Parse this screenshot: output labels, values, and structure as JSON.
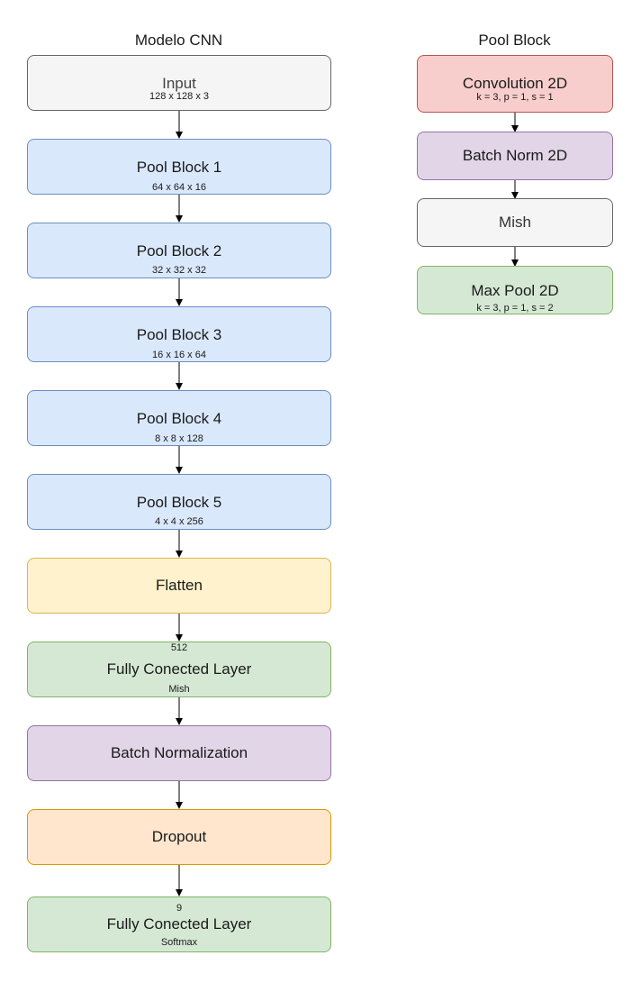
{
  "left_title": "Modelo CNN",
  "right_title": "Pool Block",
  "cnn": {
    "input": {
      "label": "Input",
      "sub": "128 x 128 x 3"
    },
    "pool1": {
      "label": "Pool Block 1",
      "sub": "64 x 64 x 16"
    },
    "pool2": {
      "label": "Pool Block 2",
      "sub": "32 x 32 x 32"
    },
    "pool3": {
      "label": "Pool Block 3",
      "sub": "16 x 16 x 64"
    },
    "pool4": {
      "label": "Pool Block 4",
      "sub": "8 x 8 x 128"
    },
    "pool5": {
      "label": "Pool Block 5",
      "sub": "4 x 4 x 256"
    },
    "flatten": {
      "label": "Flatten"
    },
    "fc1": {
      "top": "512",
      "label": "Fully Conected Layer",
      "sub": "Mish"
    },
    "batchnorm": {
      "label": "Batch Normalization"
    },
    "dropout": {
      "label": "Dropout"
    },
    "fc2": {
      "top": "9",
      "label": "Fully Conected Layer",
      "sub": "Softmax"
    }
  },
  "pool_block": {
    "conv": {
      "label": "Convolution 2D",
      "sub": "k = 3, p = 1, s = 1"
    },
    "bn": {
      "label": "Batch Norm 2D"
    },
    "mish": {
      "label": "Mish"
    },
    "maxpool": {
      "label": "Max Pool 2D",
      "sub": "k = 3, p = 1, s = 2"
    }
  },
  "colors": {
    "gray": "#f5f5f5",
    "blue": "#dae8fc",
    "yellow": "#fff2cc",
    "green": "#d5e8d4",
    "purple": "#e1d5e7",
    "orange": "#ffe6cc",
    "red": "#f8cecc"
  }
}
